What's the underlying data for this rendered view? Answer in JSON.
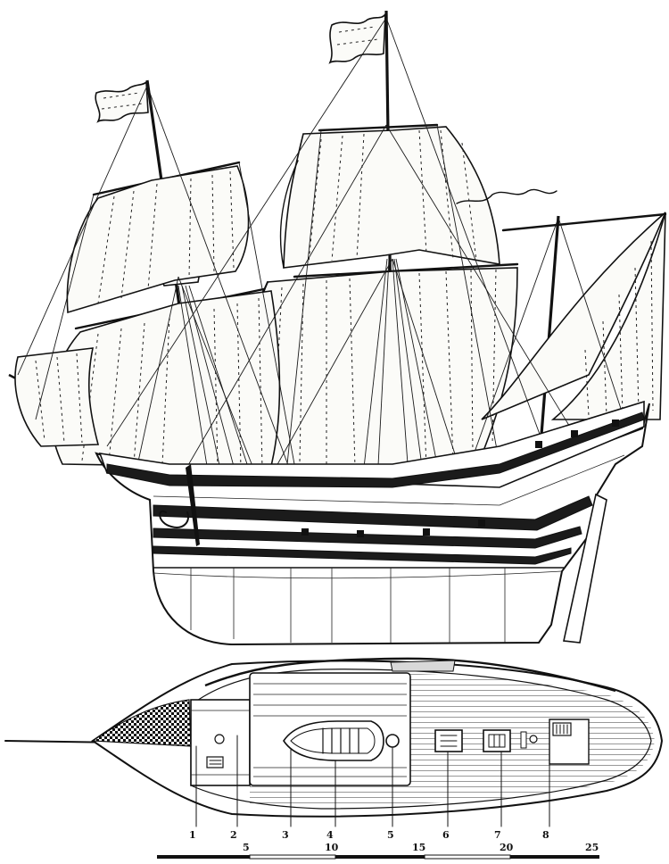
{
  "plan_callouts": [
    {
      "number": "1"
    },
    {
      "number": "2"
    },
    {
      "number": "3"
    },
    {
      "number": "4"
    },
    {
      "number": "5"
    },
    {
      "number": "6"
    },
    {
      "number": "7"
    },
    {
      "number": "8"
    }
  ],
  "scale_bar": {
    "ticks": [
      "5",
      "10",
      "15",
      "20",
      "25"
    ]
  },
  "colors": {
    "ink": "#111111",
    "paper": "#ffffff"
  }
}
